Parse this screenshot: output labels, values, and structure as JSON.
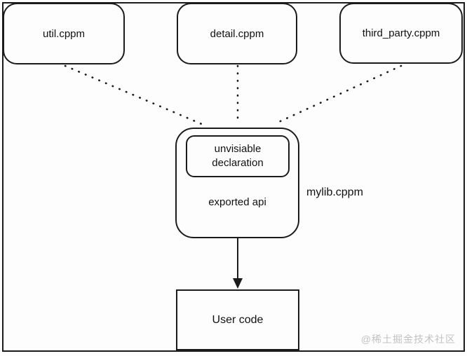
{
  "diagram": {
    "nodes": {
      "util": {
        "label": "util.cppm"
      },
      "detail": {
        "label": "detail.cppm"
      },
      "third_party": {
        "label": "third_party.cppm"
      },
      "mylib": {
        "inner_label": "unvisiable declaration",
        "exported_label": "exported api",
        "side_label": "mylib.cppm"
      },
      "user_code": {
        "label": "User code"
      }
    },
    "edges": [
      {
        "from": "util.cppm",
        "to": "mylib.cppm",
        "style": "dotted"
      },
      {
        "from": "detail.cppm",
        "to": "mylib.cppm",
        "style": "dotted"
      },
      {
        "from": "third_party.cppm",
        "to": "mylib.cppm",
        "style": "dotted"
      },
      {
        "from": "mylib.cppm",
        "to": "User code",
        "style": "solid-arrow"
      }
    ],
    "colors": {
      "stroke": "#1b1b1b",
      "background": "#fdfdfd",
      "watermark": "#c2c2c2"
    },
    "watermark": "@稀土掘金技术社区"
  }
}
